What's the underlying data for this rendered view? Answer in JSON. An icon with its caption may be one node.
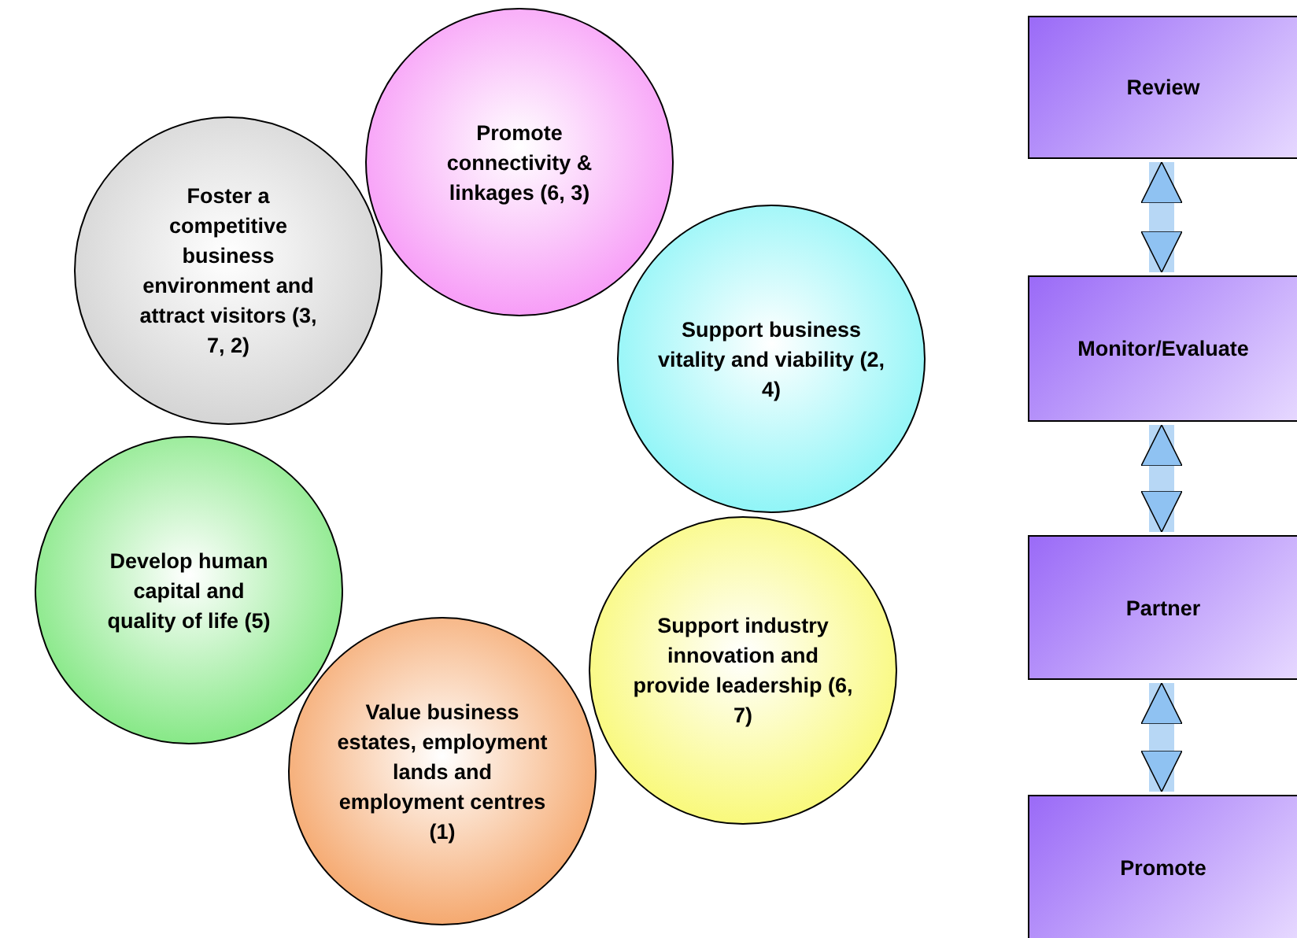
{
  "diagram": {
    "nodes": [
      {
        "text": [
          "Promote connectivity & linkages (6, 3)"
        ]
      },
      {
        "text": [
          "Support business vitality and viability (2, 4)"
        ]
      },
      {
        "text": [
          "Support industry innovation and provide leadership (6, 7)"
        ]
      },
      {
        "text": [
          "Value business estates, employment lands and employment centres (1)"
        ]
      },
      {
        "text": [
          "Develop human capital and quality of life (5)"
        ]
      },
      {
        "text": [
          "Foster a competitive business environment and attract visitors (3, 7, 2)"
        ]
      },
      {
        "text": [
          "Review"
        ]
      },
      {
        "text": [
          "Monitor/Evaluate"
        ]
      },
      {
        "text": [
          "Partner"
        ]
      },
      {
        "text": [
          "Promote"
        ]
      }
    ],
    "edges": [
      {
        "from": 6,
        "to": 7,
        "arrow": "both"
      },
      {
        "from": 7,
        "to": 8,
        "arrow": "both"
      },
      {
        "from": 8,
        "to": 9,
        "arrow": "both"
      }
    ]
  }
}
